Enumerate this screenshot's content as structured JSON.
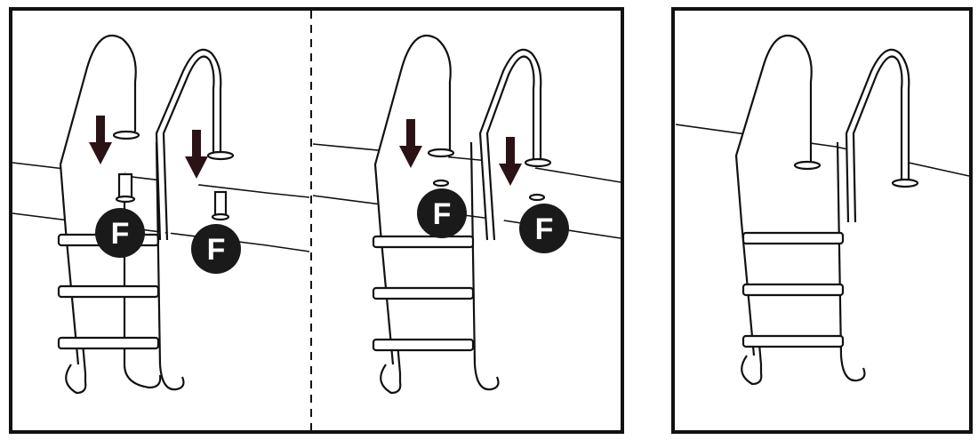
{
  "diagram": {
    "badge_label": "F",
    "colors": {
      "line": "#111111",
      "badge": "#1a1a1a",
      "arrow": "#2b1214",
      "background": "#ffffff"
    },
    "panels": [
      {
        "name": "step-1-insert-handrails",
        "arrows": true,
        "badge": true
      },
      {
        "name": "step-2-secure-anchors",
        "arrows": true,
        "badge": true
      },
      {
        "name": "step-3-installed-ladder",
        "arrows": false,
        "badge": false
      }
    ]
  }
}
